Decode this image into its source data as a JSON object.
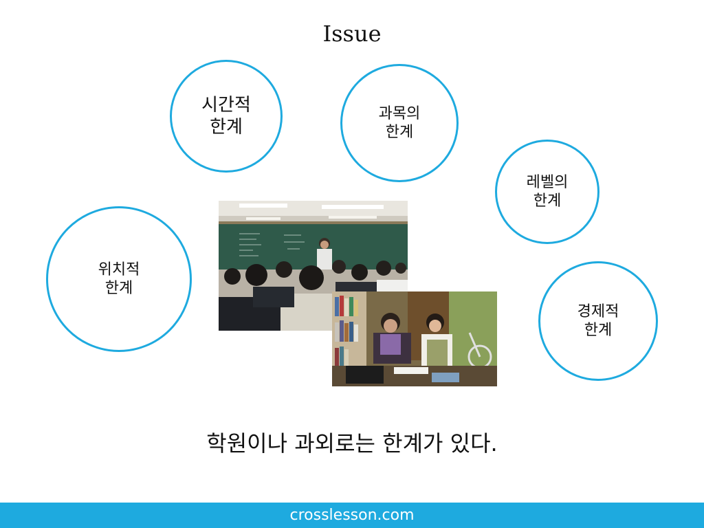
{
  "slide": {
    "title": "Issue",
    "circles": [
      {
        "line1": "시간적",
        "line2": "한계"
      },
      {
        "line1": "과목의",
        "line2": "한계"
      },
      {
        "line1": "레벨의",
        "line2": "한계"
      },
      {
        "line1": "위치적",
        "line2": "한계"
      },
      {
        "line1": "경제적",
        "line2": "한계"
      }
    ],
    "message": "학원이나 과외로는 한계가 있다."
  },
  "footer": {
    "text": "crosslesson.com"
  },
  "colors": {
    "accent": "#1eaadf",
    "background": "#ffffff",
    "text": "#111111"
  }
}
